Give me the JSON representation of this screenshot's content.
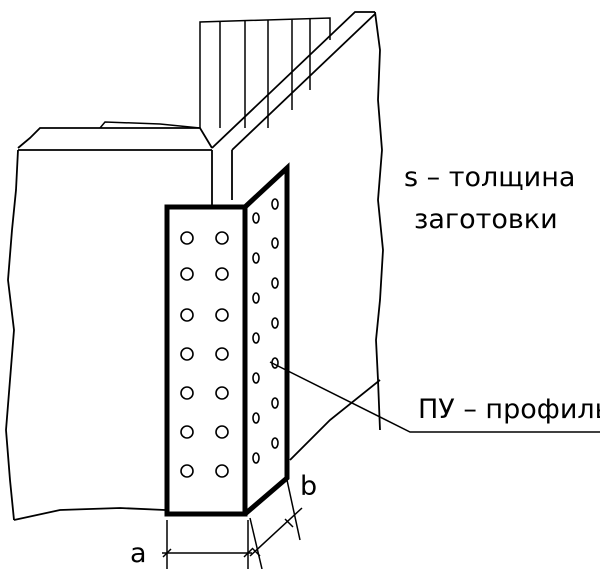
{
  "labels": {
    "s_line1": "s – толщина",
    "s_line2": "заготовки",
    "profile": "ПУ – профиль",
    "dim_a": "a",
    "dim_b": "b"
  },
  "colors": {
    "ink": "#000000",
    "paper": "#ffffff"
  }
}
